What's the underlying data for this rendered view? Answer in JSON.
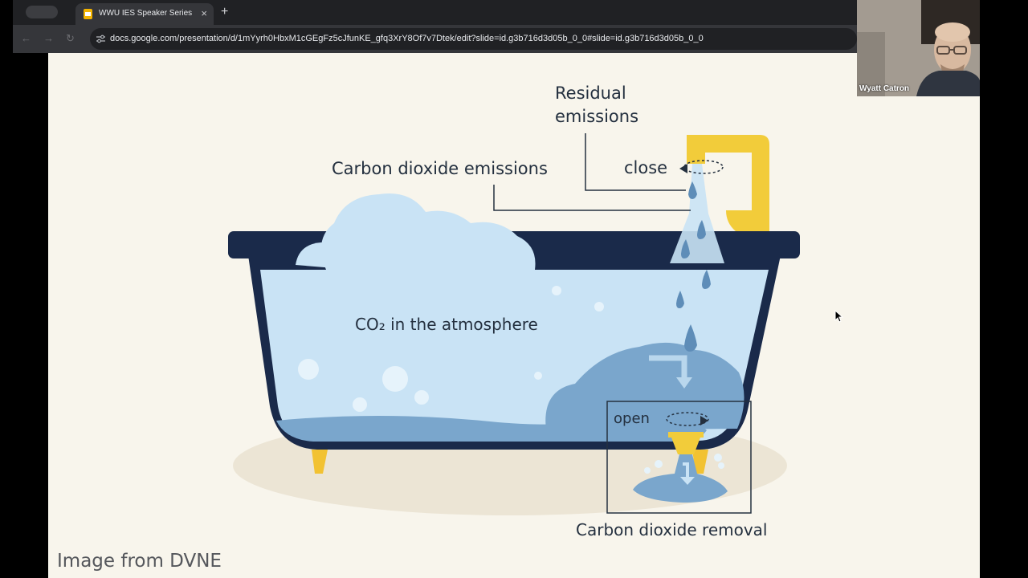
{
  "browser": {
    "tab_title": "WWU IES Speaker Series Jan",
    "tab_close": "×",
    "new_tab": "+",
    "nav_back": "←",
    "nav_forward": "→",
    "nav_reload": "↻",
    "url": "docs.google.com/presentation/d/1mYyrh0HbxM1cGEgFz5cJfunKE_gfq3XrY8Of7v7Dtek/edit?slide=id.g3b716d3d05b_0_0#slide=id.g3b716d3d05b_0_0"
  },
  "slide": {
    "residual_line1": "Residual",
    "residual_line2": "emissions",
    "co2_emissions": "Carbon dioxide emissions",
    "close": "close",
    "co2_atmosphere": "CO₂ in the atmosphere",
    "open": "open",
    "co2_removal": "Carbon dioxide removal",
    "credit": "Image from DVNE"
  },
  "video": {
    "participant_name": "Wyatt Catron"
  },
  "colors": {
    "tub": "#1a2a4a",
    "water": "#c9e3f5",
    "water_deep": "#7aa6cc",
    "faucet": "#f2cc3a",
    "slide_bg": "#f8f5ec"
  }
}
